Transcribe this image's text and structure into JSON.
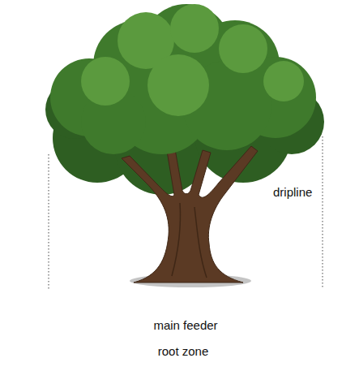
{
  "diagram": {
    "nodes": [
      {
        "text": [
          "root zone"
        ]
      },
      {
        "text": [
          "main feeder"
        ],
        "in": 0
      }
    ],
    "labels": [
      "dripline"
    ]
  }
}
